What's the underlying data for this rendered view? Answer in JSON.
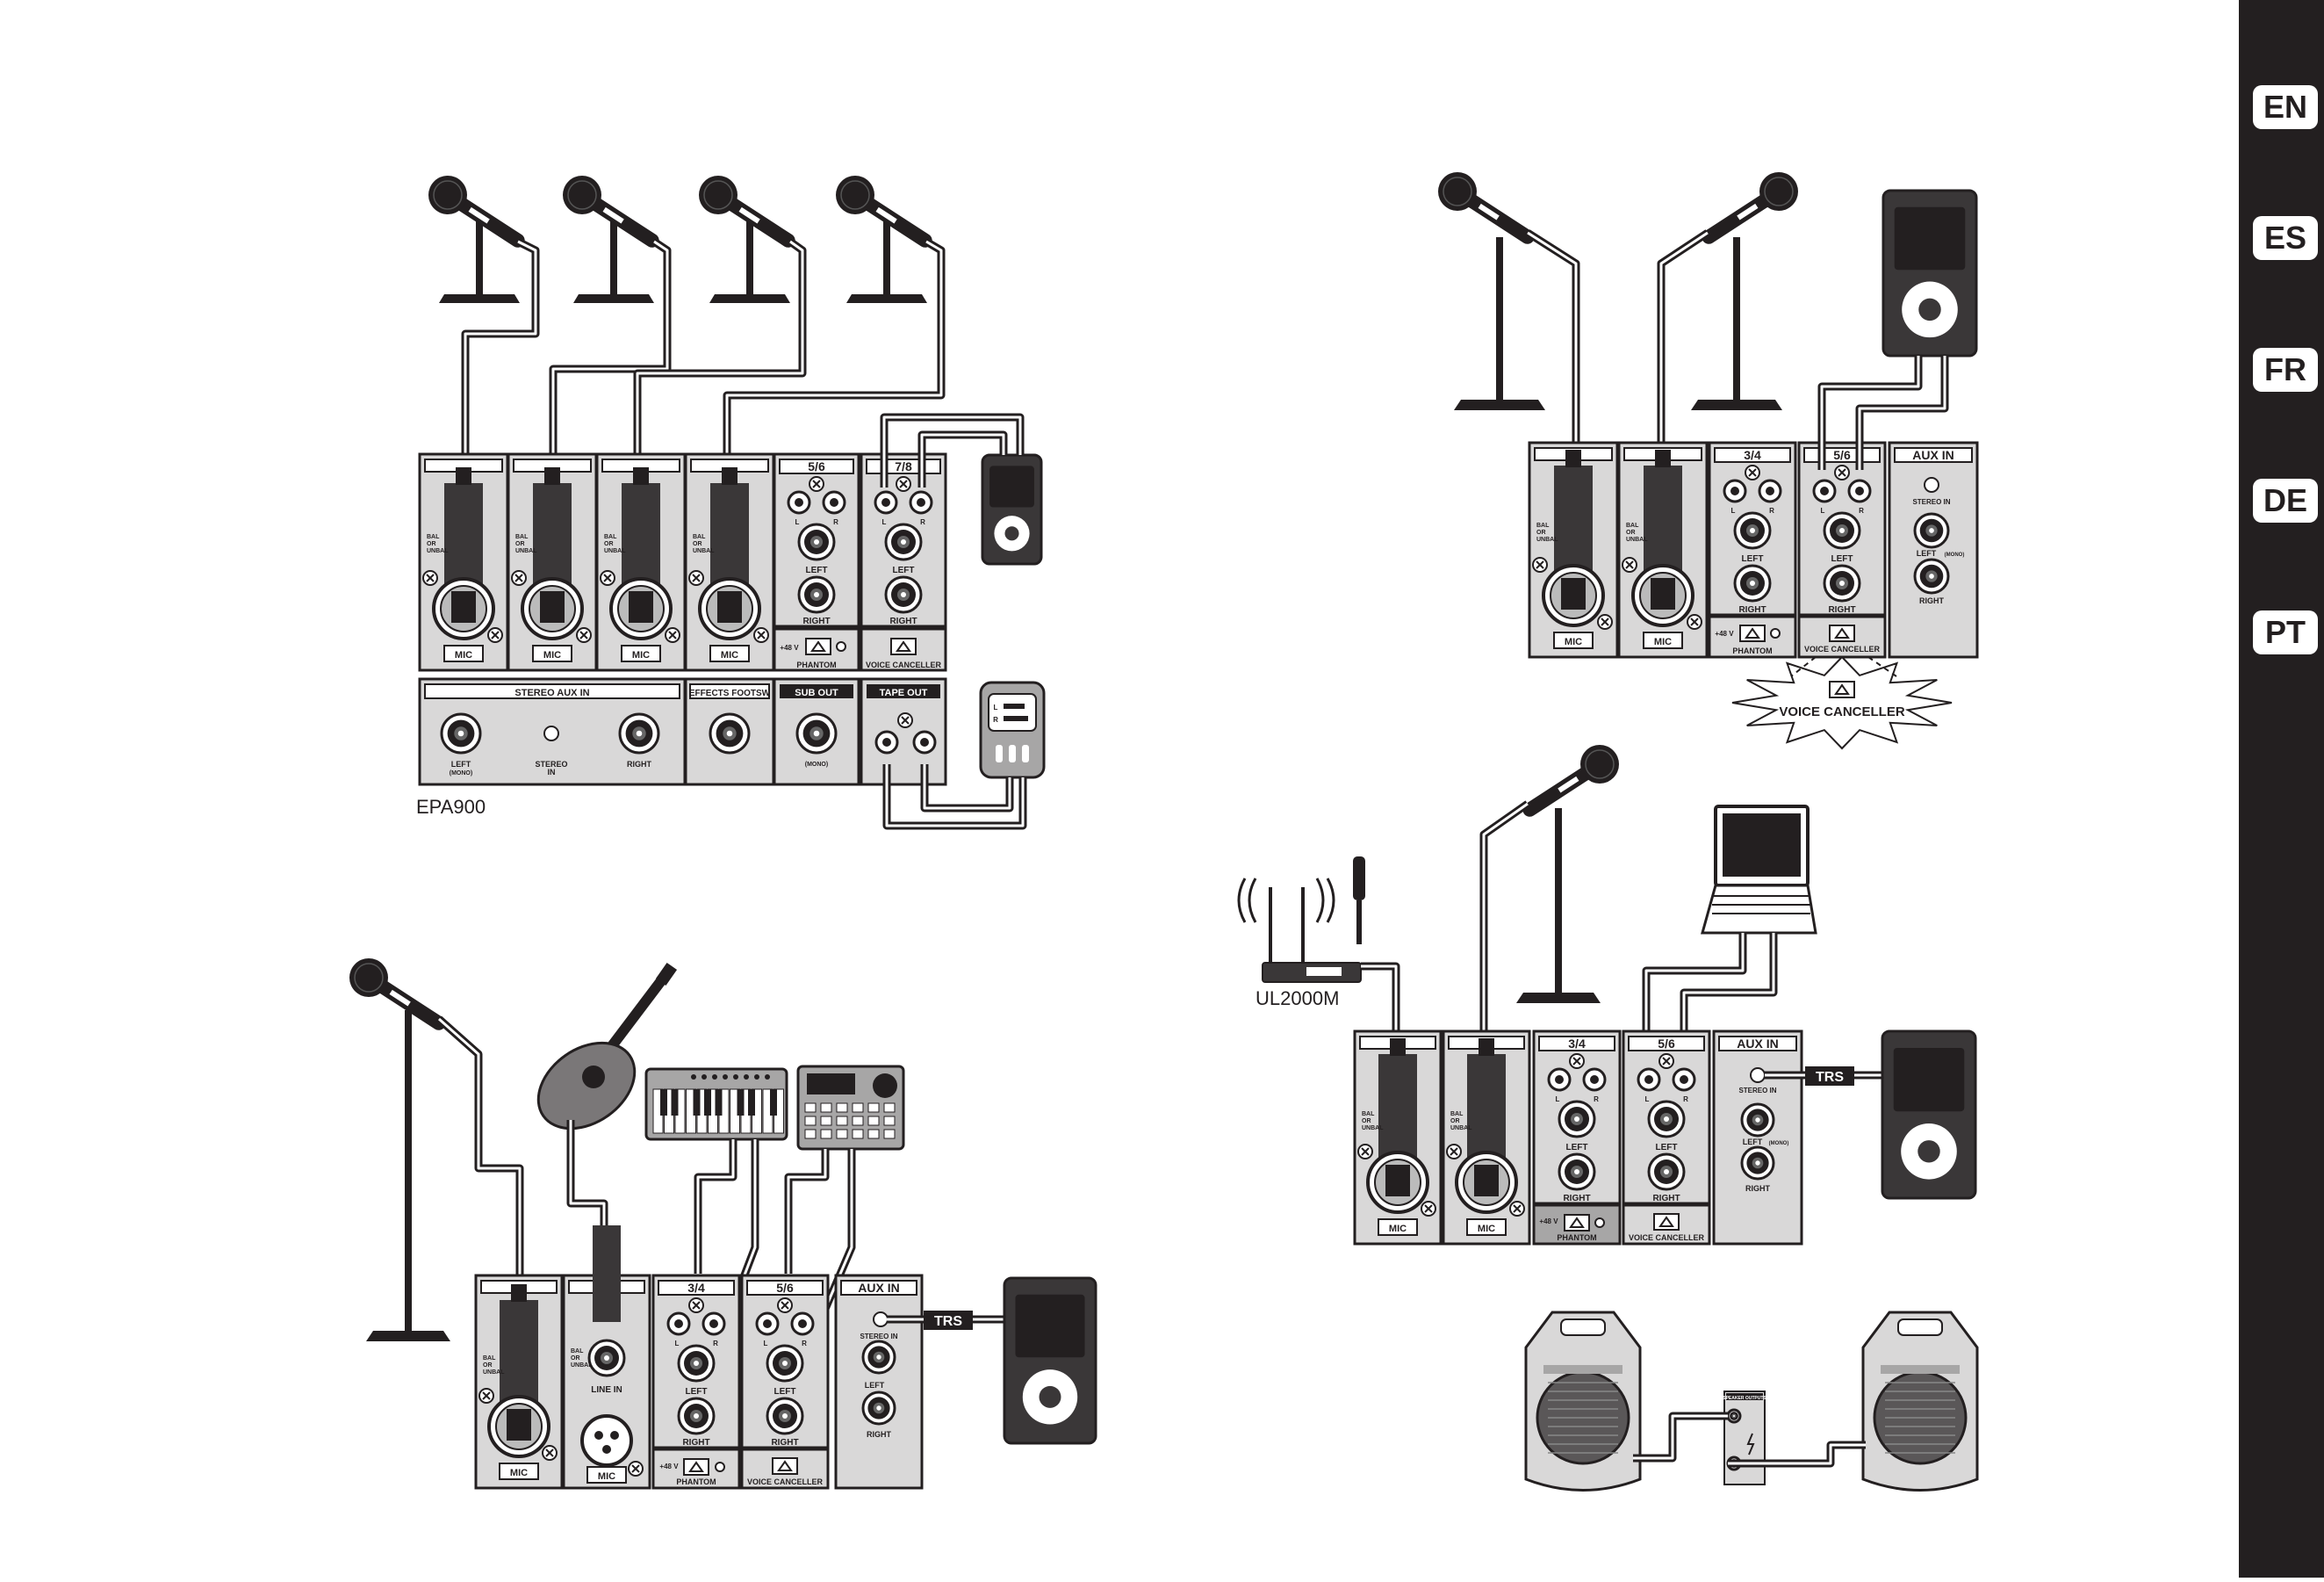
{
  "languages": [
    "EN",
    "ES",
    "FR",
    "DE",
    "PT"
  ],
  "captions": {
    "mixer_a": "EPA900",
    "wireless": "UL2000M"
  },
  "labels": {
    "mic": "MIC",
    "bal_unbal": [
      "BAL",
      "OR",
      "UNBAL"
    ],
    "ch56": "5/6",
    "ch78": "7/8",
    "ch34": "3/4",
    "left": "LEFT",
    "right": "RIGHT",
    "left_mono": "LEFT",
    "mono_small": "(MONO)",
    "l": "L",
    "r": "R",
    "phantom": "PHANTOM",
    "plus48": "+48 V",
    "voice_canceller": "VOICE CANCELLER",
    "stereo_aux_in": "STEREO AUX IN",
    "effects_footsw": "EFFECTS FOOTSW",
    "sub_out": "SUB OUT",
    "tape_out": "TAPE OUT",
    "stereo_in": "STEREO IN",
    "stereo": "STEREO",
    "in": "IN",
    "aux_in": "AUX IN",
    "line_in": "LINE IN",
    "trs": "TRS",
    "speaker_outputs": "SPEAKER OUTPUTS"
  },
  "colors": {
    "ink": "#231f20",
    "panel": "#d9d8d8",
    "panel_dark": "#a7a6a6",
    "cable": "#231f20",
    "white": "#ffffff"
  }
}
